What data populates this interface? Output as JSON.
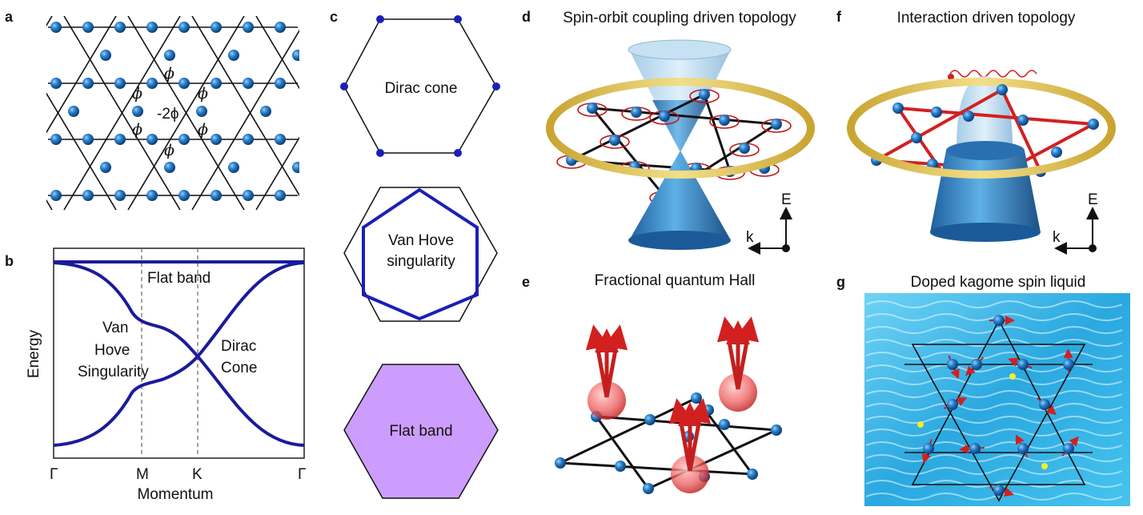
{
  "panel_labels": {
    "a": "a",
    "b": "b",
    "c": "c",
    "d": "d",
    "e": "e",
    "f": "f",
    "g": "g"
  },
  "panel_a": {
    "phi": "ϕ",
    "center": "-2ϕ"
  },
  "panel_b": {
    "ylabel": "Energy",
    "xlabel": "Momentum",
    "ticks": [
      "Γ",
      "M",
      "K",
      "Γ"
    ],
    "flat_band": "Flat band",
    "vhs": [
      "Van",
      "Hove",
      "Singularity"
    ],
    "dirac": [
      "Dirac",
      "Cone"
    ]
  },
  "panel_c": {
    "dirac_cone": "Dirac cone",
    "vhs": [
      "Van Hove",
      "singularity"
    ],
    "flat_band": "Flat band",
    "flat_fill": "#cc9dfc",
    "line_color": "#1a1fb8"
  },
  "panel_d": {
    "title": "Spin-orbit coupling driven topology",
    "axis_e": "E",
    "axis_k": "k"
  },
  "panel_e": {
    "title": "Fractional quantum Hall"
  },
  "panel_f": {
    "title": "Interaction driven topology",
    "axis_e": "E",
    "axis_k": "k"
  },
  "panel_g": {
    "title": "Doped kagome spin liquid"
  },
  "colors": {
    "atom": "#1c6fb5",
    "band": "#1b1b9a",
    "ring": "#d4b23c",
    "cone": "#3a8fd0",
    "arrow": "#d22020",
    "water": "#3fb6e6"
  }
}
